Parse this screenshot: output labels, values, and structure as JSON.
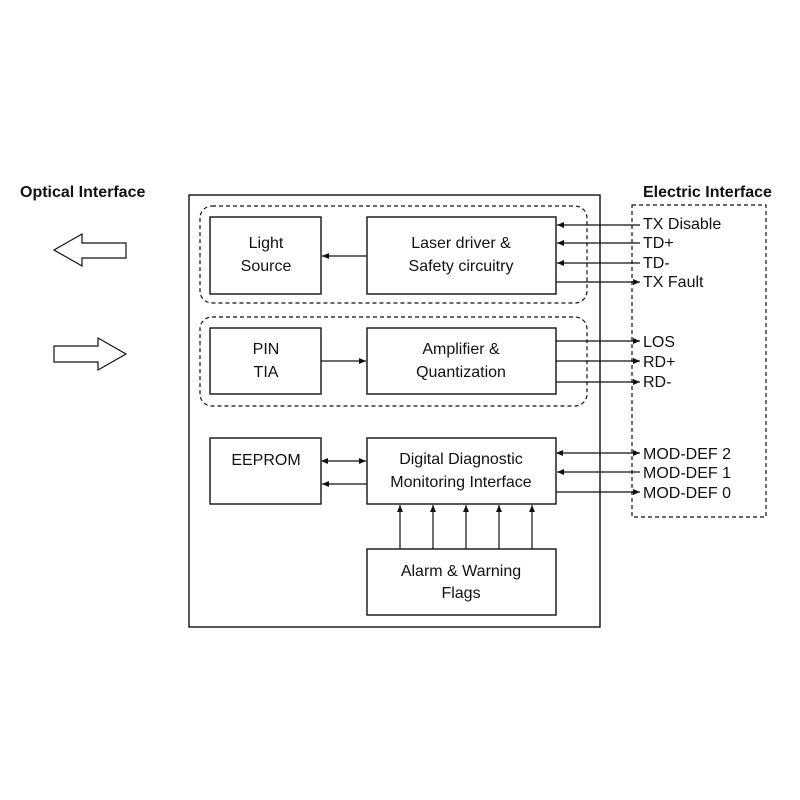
{
  "optical_interface": {
    "title": "Optical Interface"
  },
  "electric_interface": {
    "title": "Electric Interface",
    "signals": [
      "TX Disable",
      "TD+",
      "TD-",
      "TX Fault",
      "LOS",
      "RD+",
      "RD-",
      "MOD-DEF 2",
      "MOD-DEF 1",
      "MOD-DEF 0"
    ]
  },
  "blocks": {
    "light_source": [
      "Light",
      "Source"
    ],
    "laser_driver": [
      "Laser driver &",
      "Safety circuitry"
    ],
    "pin_tia": [
      "PIN",
      "TIA"
    ],
    "amplifier": [
      "Amplifier &",
      "Quantization"
    ],
    "eeprom": [
      "EEPROM"
    ],
    "ddm": [
      "Digital Diagnostic",
      "Monitoring Interface"
    ],
    "alarm": [
      "Alarm & Warning",
      "Flags"
    ]
  },
  "colors": {
    "line": "#111111",
    "background": "#ffffff"
  }
}
